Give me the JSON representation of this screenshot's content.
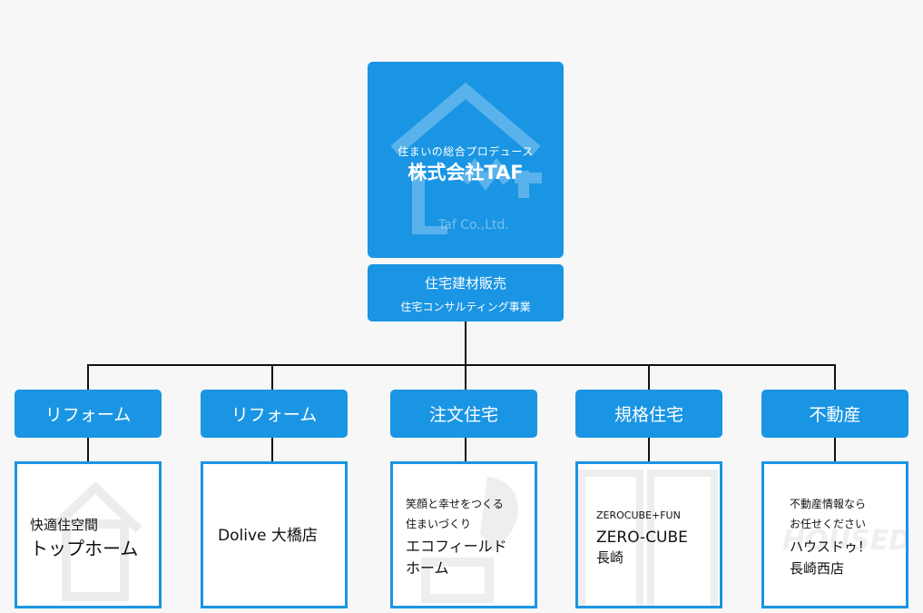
{
  "company": {
    "tagline": "住まいの総合プロデュース",
    "name": "株式会社TAF",
    "name_en": "Taf Co.,Ltd."
  },
  "business": {
    "line1": "住宅建材販売",
    "line2": "住宅コンサルティング事業"
  },
  "categories": [
    {
      "label": "リフォーム"
    },
    {
      "label": "リフォーム"
    },
    {
      "label": "注文住宅"
    },
    {
      "label": "規格住宅"
    },
    {
      "label": "不動産"
    }
  ],
  "stores": [
    {
      "line1": "快適住空間",
      "line2": "トップホーム"
    },
    {
      "line1": "Dolive 大橋店"
    },
    {
      "line1": "笑顔と幸せをつくる",
      "line2": "住まいづくり",
      "line3": "エコフィールド",
      "line4": "ホーム"
    },
    {
      "line1": "ZEROCUBE+FUN",
      "line2": "ZERO-CUBE",
      "line3": "長崎"
    },
    {
      "line1": "不動産情報なら",
      "line2": "お任せください",
      "line3": "ハウスドゥ！",
      "line4": "長崎西店",
      "watermark": "HOUSEDO"
    }
  ],
  "colors": {
    "accent": "#1a95e3",
    "line": "#111111"
  }
}
